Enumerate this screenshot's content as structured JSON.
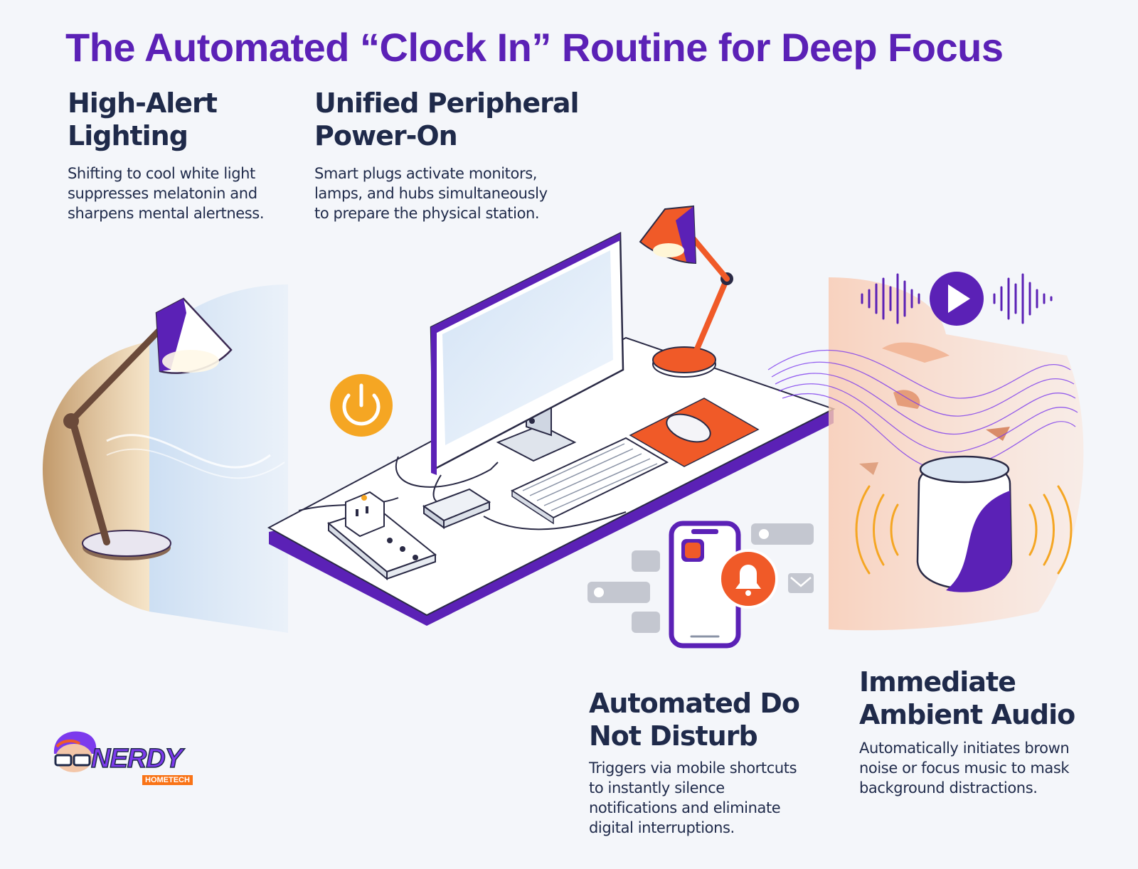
{
  "title": "The Automated “Clock In” Routine for Deep Focus",
  "sections": {
    "lighting": {
      "heading": "High-Alert\nLighting",
      "body": "Shifting to cool white light\nsuppresses melatonin and\nsharpens mental alertness."
    },
    "power": {
      "heading": "Unified Peripheral\nPower-On",
      "body": "Smart plugs activate monitors,\nlamps, and hubs simultaneously\nto prepare the physical station."
    },
    "dnd": {
      "heading": "Automated Do\nNot Disturb",
      "body": "Triggers via mobile shortcuts\nto instantly silence\nnotifications and eliminate\ndigital interruptions."
    },
    "audio": {
      "heading": "Immediate\nAmbient Audio",
      "body": "Automatically initiates brown\nnoise or focus music to mask\nbackground distractions."
    }
  },
  "logo": {
    "name": "NERDY",
    "sub": "HOMETECH"
  },
  "colors": {
    "purple": "#5b21b6",
    "navy": "#1f2a4a",
    "orange": "#f05a28",
    "yellow": "#f5a623",
    "background": "#f4f6fa"
  },
  "icons": [
    "desk-lamp-icon",
    "power-icon",
    "play-icon",
    "bell-icon",
    "smart-speaker-icon",
    "smartphone-icon",
    "mail-icon",
    "chat-bubble-icon"
  ]
}
